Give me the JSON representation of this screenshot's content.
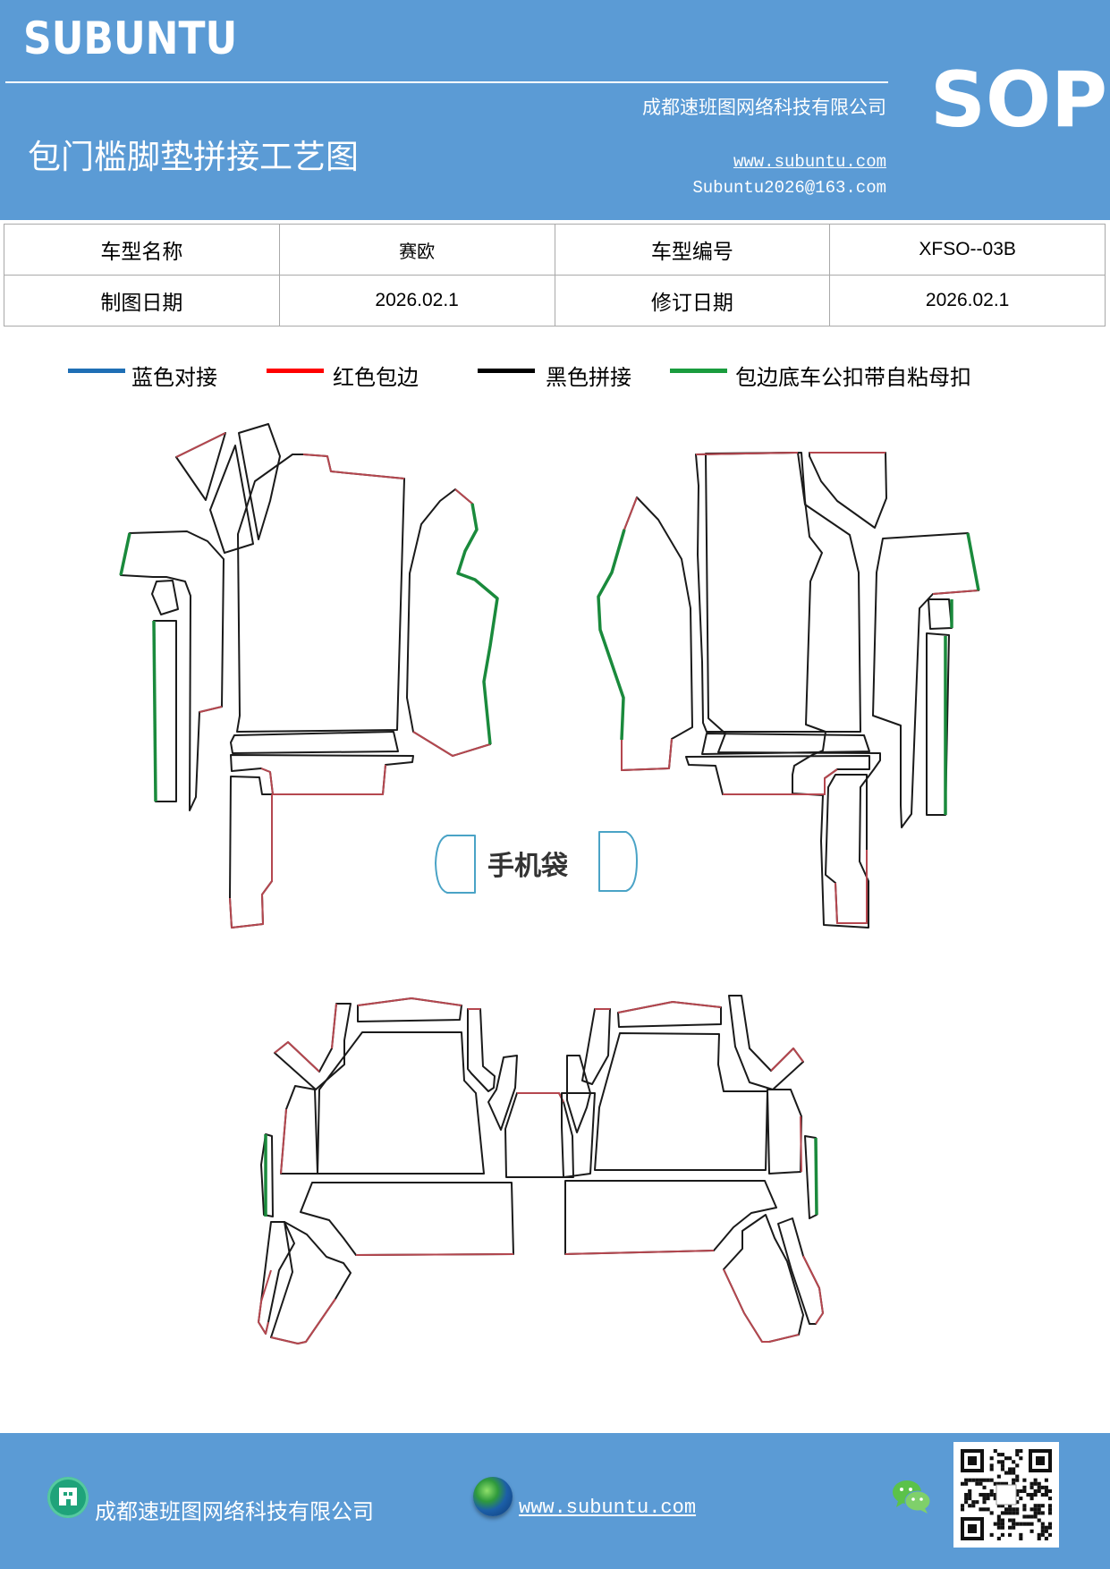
{
  "header": {
    "brand": "SUBUNTU",
    "company": "成都速班图网络科技有限公司",
    "title": "包门槛脚垫拼接工艺图",
    "website": "www.subuntu.com",
    "email": "Subuntu2026@163.com",
    "doc_type": "SOP"
  },
  "info_table": {
    "model_name_label": "车型名称",
    "model_name_value": "赛欧",
    "model_code_label": "车型编号",
    "model_code_value": "XFSO--03B",
    "draw_date_label": "制图日期",
    "draw_date_value": "2026.02.1",
    "revise_date_label": "修订日期",
    "revise_date_value": "2026.02.1"
  },
  "legend": [
    {
      "label": "蓝色对接",
      "color": "#1f6fb5"
    },
    {
      "label": "红色包边",
      "color": "#ff0000"
    },
    {
      "label": "黑色拼接",
      "color": "#000000"
    },
    {
      "label": "包边底车公扣带自粘母扣",
      "color": "#1a9c3e"
    }
  ],
  "drawing": {
    "pouch_label": "手机袋",
    "edge_colors": {
      "outline": "#1a1a1a",
      "binding": "#b5474f",
      "velcro": "#1a8a3c",
      "pouch": "#4aa3c6"
    }
  },
  "footer": {
    "company": "成都速班图网络科技有限公司",
    "website": "www.subuntu.com"
  },
  "icons": [
    "building-icon",
    "globe-icon",
    "wechat-icon",
    "qr-code"
  ]
}
